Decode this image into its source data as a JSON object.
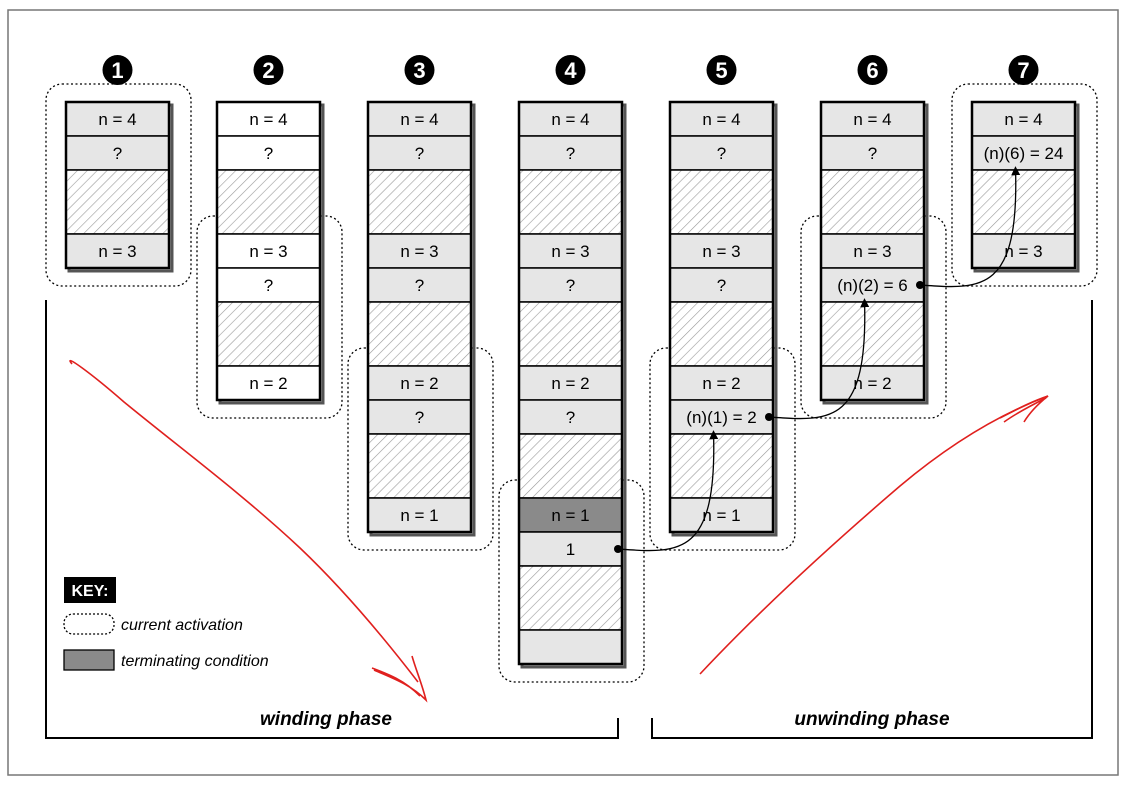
{
  "colors": {
    "cell_light": "#e6e6e6",
    "cell_white": "#ffffff",
    "cell_terminating": "#8a8a8a",
    "stroke": "#000000",
    "annotation_red": "#e0201e"
  },
  "steps": [
    {
      "number": "1",
      "cells": [
        {
          "type": "text",
          "text": "n = 4",
          "fill": "light"
        },
        {
          "type": "text",
          "text": "?",
          "fill": "light"
        },
        {
          "type": "hatch"
        },
        {
          "type": "text",
          "text": "n = 3",
          "fill": "light"
        }
      ]
    },
    {
      "number": "2",
      "cells": [
        {
          "type": "text",
          "text": "n = 4",
          "fill": "white"
        },
        {
          "type": "text",
          "text": "?",
          "fill": "white"
        },
        {
          "type": "hatch"
        },
        {
          "type": "text",
          "text": "n = 3",
          "fill": "white"
        },
        {
          "type": "text",
          "text": "?",
          "fill": "white"
        },
        {
          "type": "hatch"
        },
        {
          "type": "text",
          "text": "n = 2",
          "fill": "white"
        }
      ]
    },
    {
      "number": "3",
      "cells": [
        {
          "type": "text",
          "text": "n = 4",
          "fill": "light"
        },
        {
          "type": "text",
          "text": "?",
          "fill": "light"
        },
        {
          "type": "hatch"
        },
        {
          "type": "text",
          "text": "n = 3",
          "fill": "light"
        },
        {
          "type": "text",
          "text": "?",
          "fill": "light"
        },
        {
          "type": "hatch"
        },
        {
          "type": "text",
          "text": "n = 2",
          "fill": "light"
        },
        {
          "type": "text",
          "text": "?",
          "fill": "light"
        },
        {
          "type": "hatch"
        },
        {
          "type": "text",
          "text": "n = 1",
          "fill": "light"
        }
      ]
    },
    {
      "number": "4",
      "cells": [
        {
          "type": "text",
          "text": "n = 4",
          "fill": "light"
        },
        {
          "type": "text",
          "text": "?",
          "fill": "light"
        },
        {
          "type": "hatch"
        },
        {
          "type": "text",
          "text": "n = 3",
          "fill": "light"
        },
        {
          "type": "text",
          "text": "?",
          "fill": "light"
        },
        {
          "type": "hatch"
        },
        {
          "type": "text",
          "text": "n = 2",
          "fill": "light"
        },
        {
          "type": "text",
          "text": "?",
          "fill": "light"
        },
        {
          "type": "hatch"
        },
        {
          "type": "text",
          "text": "n = 1",
          "fill": "dark"
        },
        {
          "type": "text",
          "text": "1",
          "fill": "light"
        },
        {
          "type": "hatch"
        },
        {
          "type": "text",
          "text": "",
          "fill": "light"
        }
      ]
    },
    {
      "number": "5",
      "cells": [
        {
          "type": "text",
          "text": "n = 4",
          "fill": "light"
        },
        {
          "type": "text",
          "text": "?",
          "fill": "light"
        },
        {
          "type": "hatch"
        },
        {
          "type": "text",
          "text": "n = 3",
          "fill": "light"
        },
        {
          "type": "text",
          "text": "?",
          "fill": "light"
        },
        {
          "type": "hatch"
        },
        {
          "type": "text",
          "text": "n = 2",
          "fill": "light"
        },
        {
          "type": "text",
          "text": "(n)(1) = 2",
          "fill": "light"
        },
        {
          "type": "hatch"
        },
        {
          "type": "text",
          "text": "n = 1",
          "fill": "light"
        }
      ]
    },
    {
      "number": "6",
      "cells": [
        {
          "type": "text",
          "text": "n = 4",
          "fill": "light"
        },
        {
          "type": "text",
          "text": "?",
          "fill": "light"
        },
        {
          "type": "hatch"
        },
        {
          "type": "text",
          "text": "n = 3",
          "fill": "light"
        },
        {
          "type": "text",
          "text": "(n)(2) = 6",
          "fill": "light"
        },
        {
          "type": "hatch"
        },
        {
          "type": "text",
          "text": "n = 2",
          "fill": "light"
        }
      ]
    },
    {
      "number": "7",
      "cells": [
        {
          "type": "text",
          "text": "n = 4",
          "fill": "light"
        },
        {
          "type": "text",
          "text": "(n)(6) = 24",
          "fill": "light"
        },
        {
          "type": "hatch"
        },
        {
          "type": "text",
          "text": "n = 3",
          "fill": "light"
        }
      ]
    }
  ],
  "key": {
    "title": "KEY:",
    "current_activation": "current activation",
    "terminating_condition": "terminating condition"
  },
  "phases": {
    "winding": "winding phase",
    "unwinding": "unwinding phase"
  }
}
